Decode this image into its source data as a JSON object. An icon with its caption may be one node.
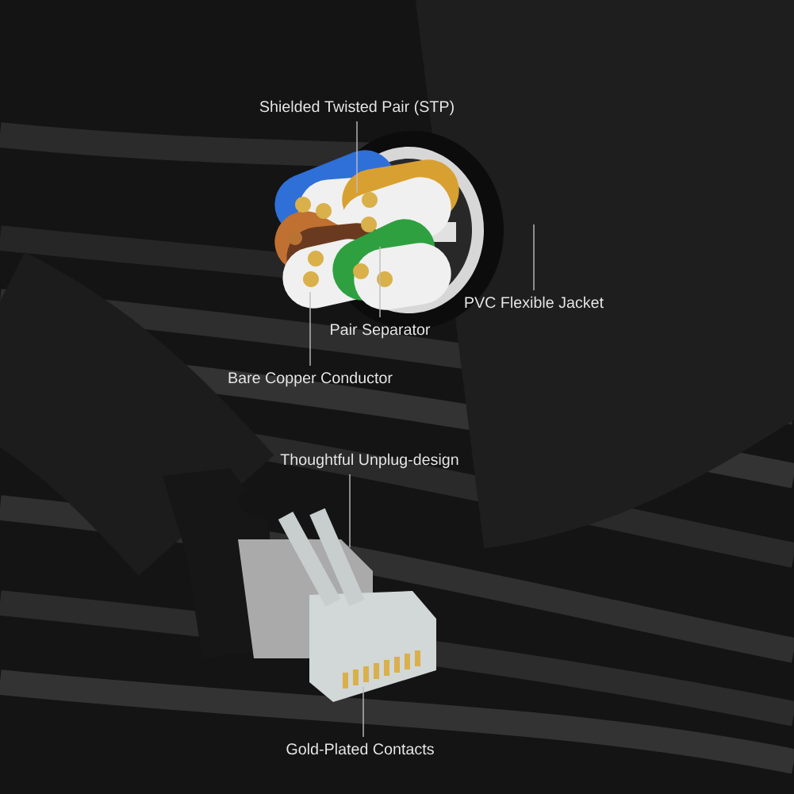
{
  "diagram": {
    "nodes": [
      {
        "text": [
          "Shielded Twisted Pair (STP)"
        ]
      },
      {
        "text": [
          "PVC Flexible Jacket"
        ]
      },
      {
        "text": [
          "Pair Separator"
        ]
      },
      {
        "text": [
          "Bare Copper Conductor"
        ]
      },
      {
        "text": [
          "Thoughtful Unplug-design"
        ]
      },
      {
        "text": [
          "Gold-Plated Contacts"
        ]
      }
    ],
    "edges": [
      {
        "from": 0,
        "to": null,
        "arrow": "none"
      },
      {
        "from": 1,
        "to": null,
        "arrow": "none"
      },
      {
        "from": 2,
        "to": null,
        "arrow": "none"
      },
      {
        "from": 3,
        "to": null,
        "arrow": "none"
      },
      {
        "from": 4,
        "to": null,
        "arrow": "none"
      },
      {
        "from": 5,
        "to": null,
        "arrow": "none"
      }
    ]
  }
}
